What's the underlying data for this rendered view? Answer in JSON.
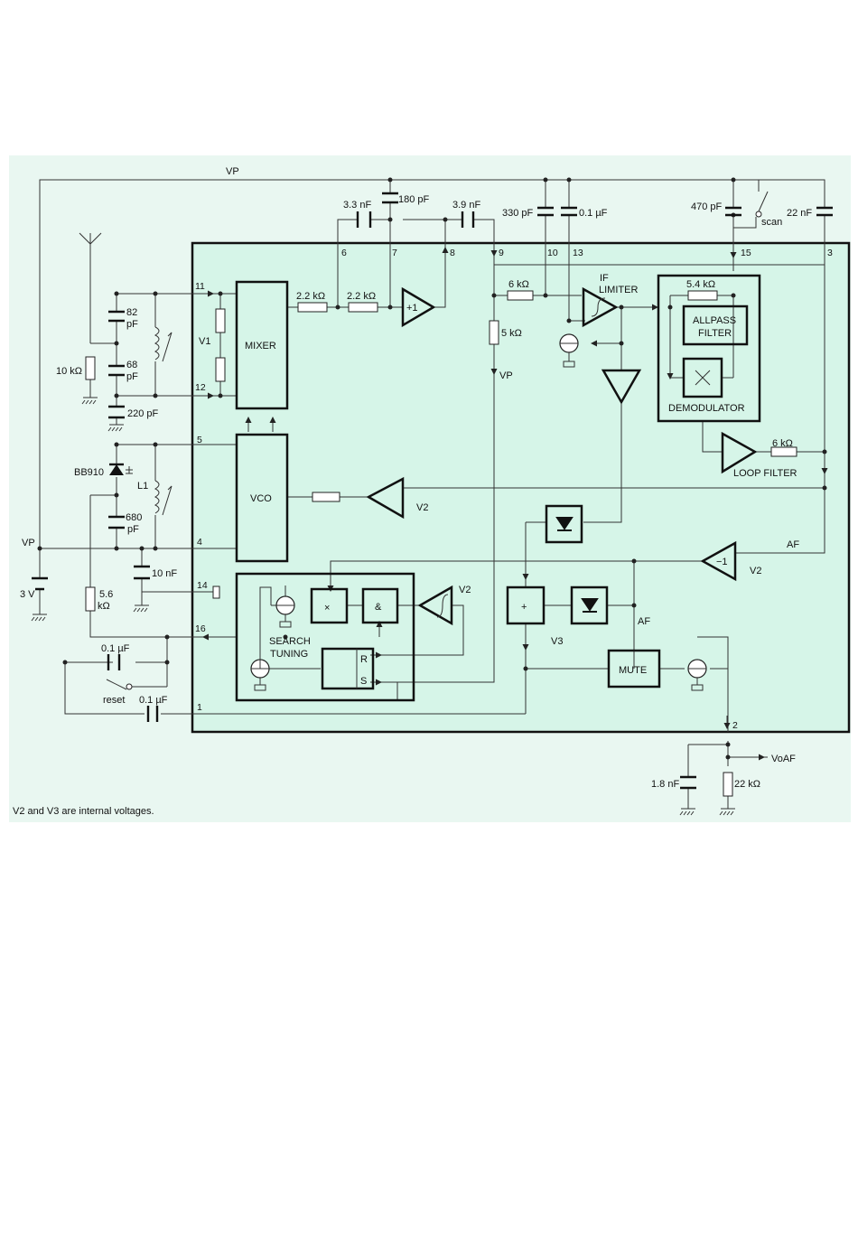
{
  "labels": {
    "vp_top": "VP",
    "vp_left": "VP",
    "vp_out": "VP",
    "voaf": "VoAF",
    "batt": "3 V",
    "r10k": "10 kΩ",
    "c82": "82",
    "c82u": "pF",
    "c68": "68",
    "c68u": "pF",
    "c220": "220 pF",
    "bb910": "BB910",
    "l1": "L1",
    "c680": "680",
    "c680u": "pF",
    "c10n": "10 nF",
    "r56": "5.6",
    "r56u": "kΩ",
    "c01a": "0.1 µF",
    "reset": "reset",
    "c01b": "0.1 µF",
    "v1": "V1",
    "c33n": "3.3 nF",
    "c180": "180 pF",
    "c39n": "3.9 nF",
    "c330": "330 pF",
    "c01c": "0.1 µF",
    "c470": "470 pF",
    "scan": "scan",
    "c22n": "22 nF",
    "r22a": "2.2 kΩ",
    "r22b": "2.2 kΩ",
    "r6ka": "6 kΩ",
    "r5k": "5 kΩ",
    "r54k": "5.4 kΩ",
    "r6kb": "6 kΩ",
    "c18n": "1.8 nF",
    "r22k": "22 kΩ",
    "if": "IF",
    "limiter": "LIMITER",
    "mixer": "MIXER",
    "vco": "VCO",
    "plus1": "+1",
    "allpass1": "ALLPASS",
    "allpass2": "FILTER",
    "demod": "DEMODULATOR",
    "loop": "LOOP FILTER",
    "search1": "SEARCH",
    "search2": "TUNING",
    "mute": "MUTE",
    "af1": "AF",
    "af2": "AF",
    "v2a": "V2",
    "v2b": "V2",
    "v2c": "V2",
    "v3": "V3",
    "neg1": "−1",
    "and": "&",
    "times": "×",
    "plus": "+",
    "r": "R",
    "s": "S"
  },
  "pins": [
    "1",
    "2",
    "3",
    "4",
    "5",
    "6",
    "7",
    "8",
    "9",
    "10",
    "11",
    "12",
    "13",
    "14",
    "15",
    "16"
  ],
  "footnote": "V2 and V3 are internal voltages.",
  "colors": {
    "ic_fill": "#d6f5e8",
    "outer_fill": "#e9f7f1",
    "ink": "#111111"
  }
}
